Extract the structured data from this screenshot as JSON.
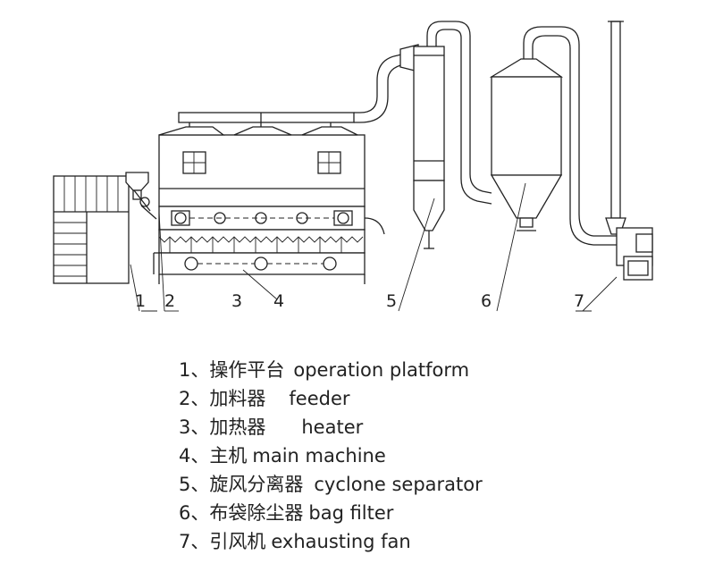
{
  "callouts": [
    "1",
    "2",
    "3",
    "4",
    "5",
    "6",
    "7"
  ],
  "legend": [
    {
      "zh": "1、操作平台",
      "en": "operation platform"
    },
    {
      "zh": "2、加料器",
      "en": "feeder"
    },
    {
      "zh": "3、加热器",
      "en": "heater"
    },
    {
      "zh": "4、主机",
      "en": "main machine"
    },
    {
      "zh": "5、旋风分离器",
      "en": "cyclone separator"
    },
    {
      "zh": "6、布袋除尘器",
      "en": "bag filter"
    },
    {
      "zh": "7、引风机",
      "en": "exhausting fan"
    }
  ]
}
